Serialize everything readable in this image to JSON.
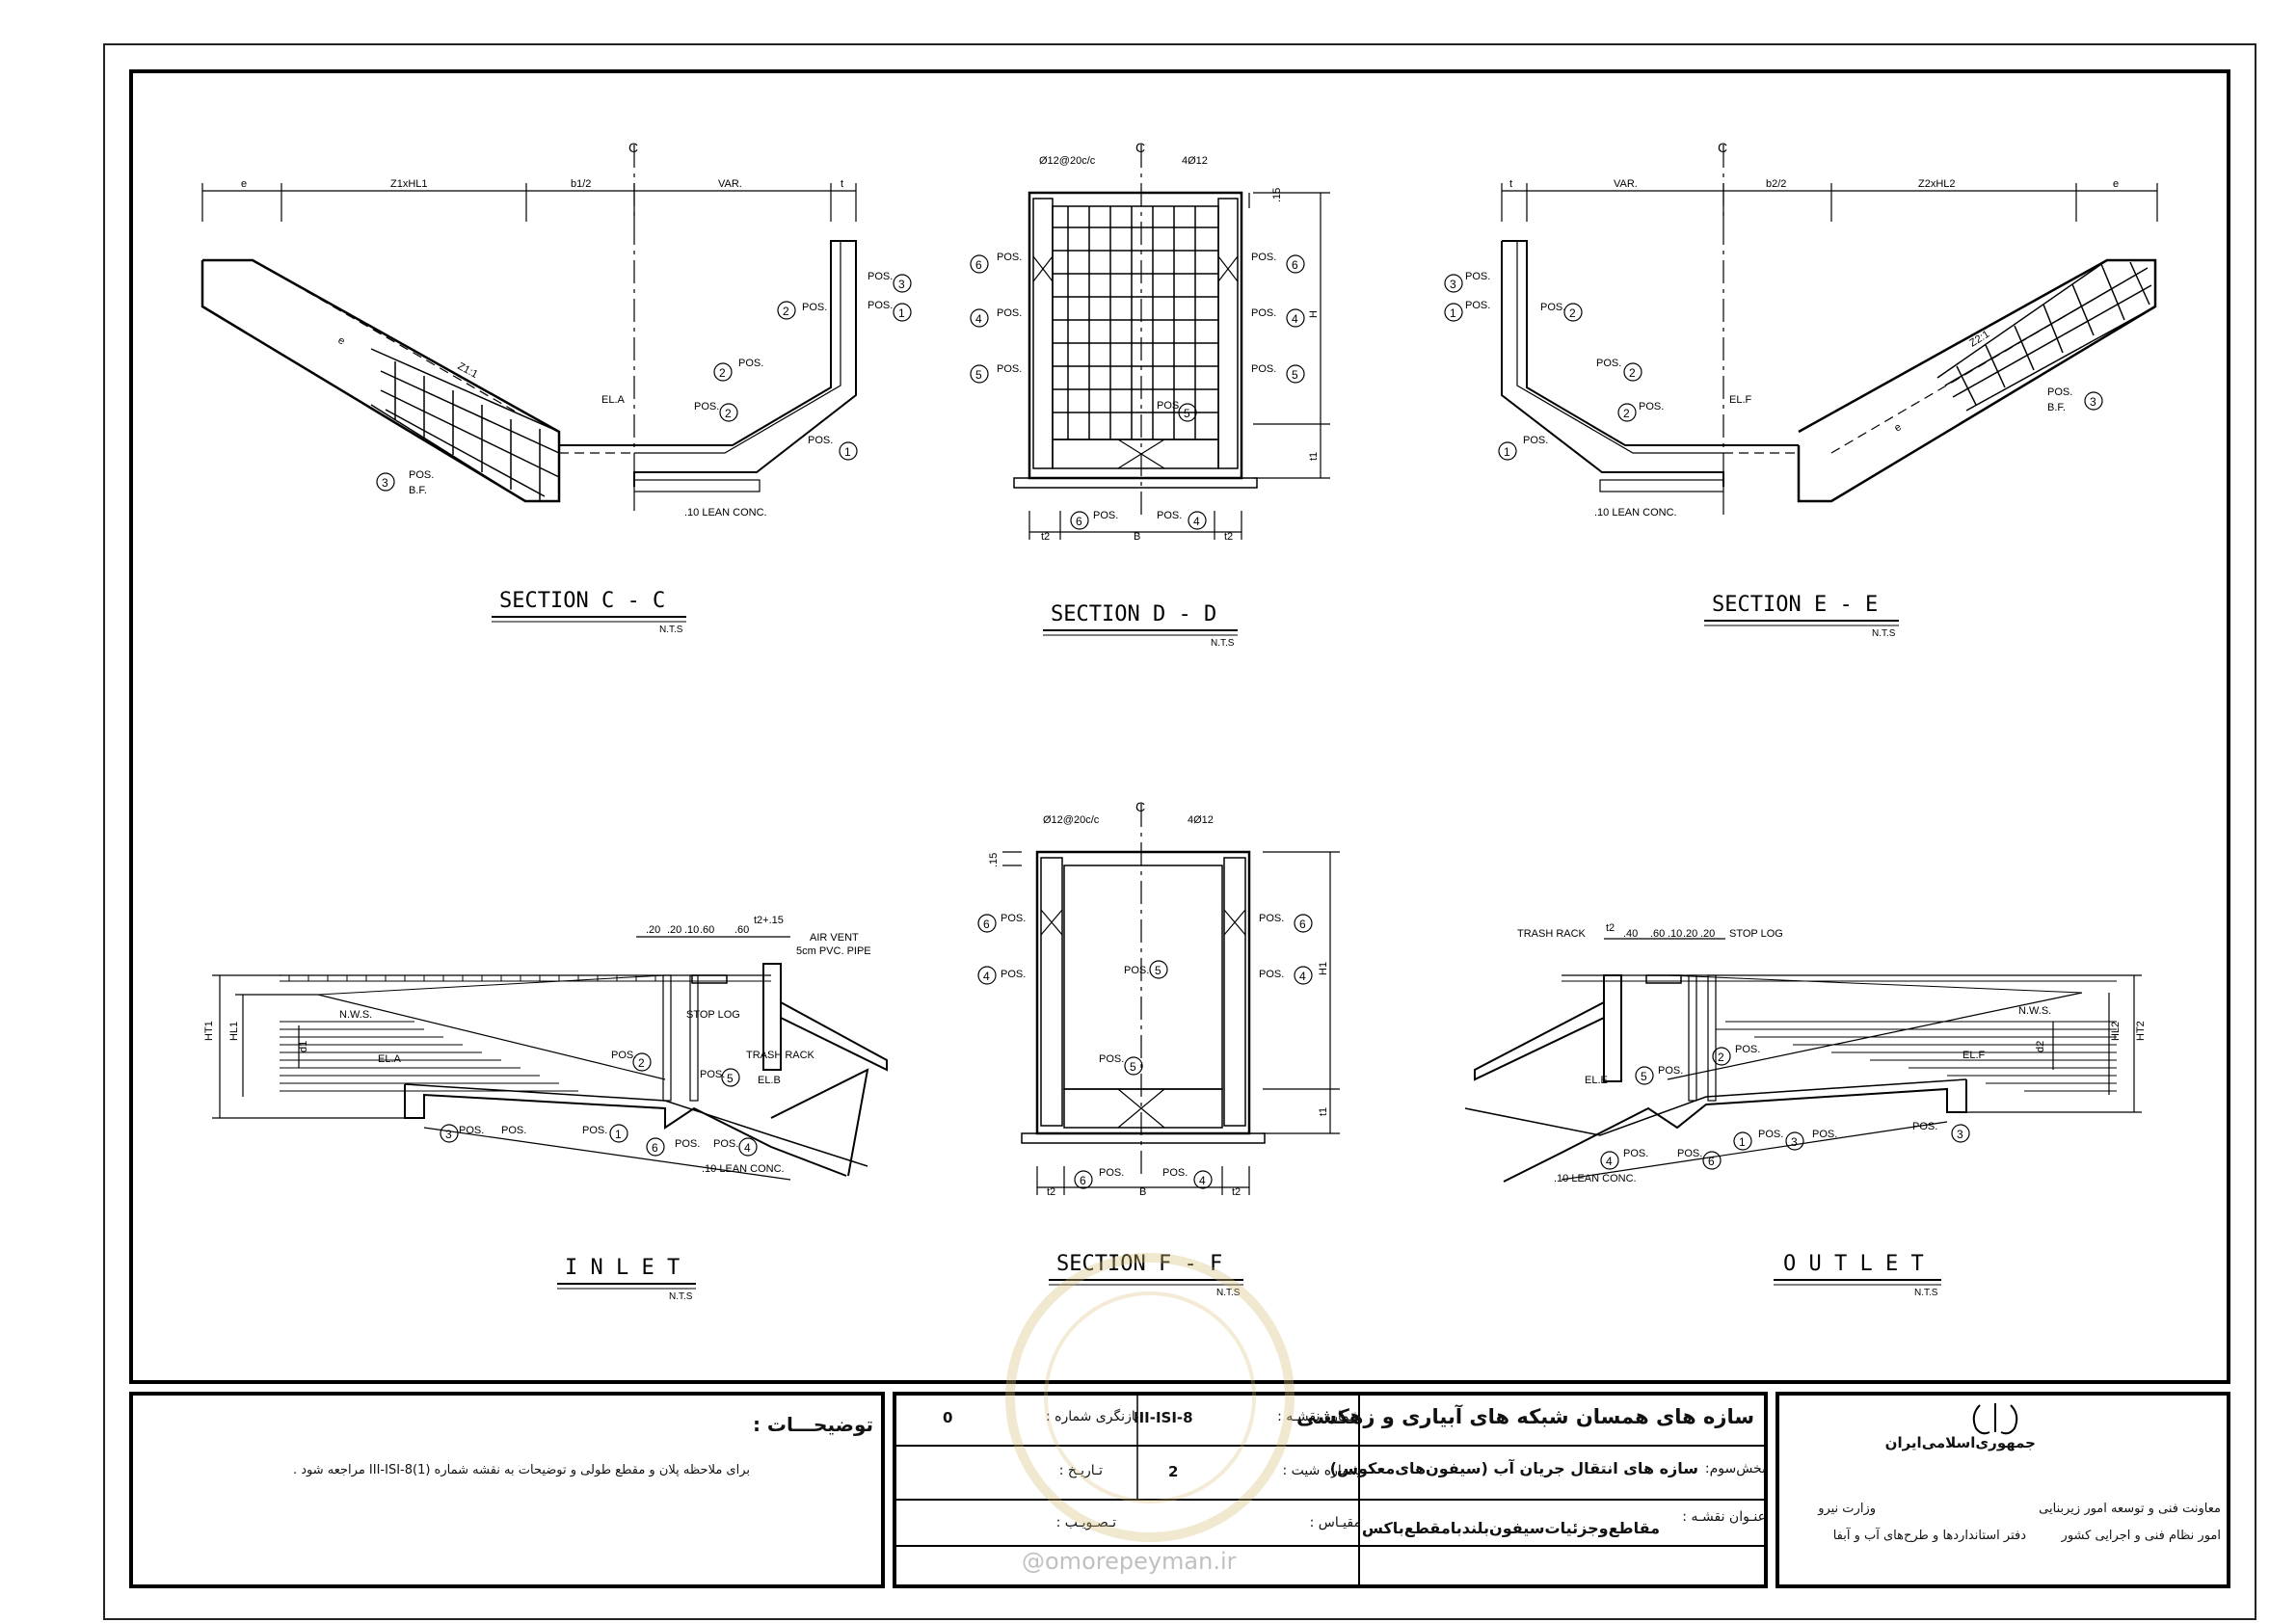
{
  "sections": {
    "cc": {
      "title": "SECTION  C - C",
      "nts": "N.T.S"
    },
    "dd": {
      "title": "SECTION  D - D",
      "nts": "N.T.S"
    },
    "ee": {
      "title": "SECTION  E - E",
      "nts": "N.T.S"
    },
    "inlet": {
      "title": "I N L E T",
      "nts": "N.T.S"
    },
    "ff": {
      "title": "SECTION  F - F",
      "nts": "N.T.S"
    },
    "outlet": {
      "title": "O U T L E T",
      "nts": "N.T.S"
    }
  },
  "labels": {
    "cl": "C",
    "pos": "POS.",
    "pos_nums": [
      "1",
      "2",
      "3",
      "4",
      "5",
      "6"
    ],
    "e": "e",
    "z1hl1": "Z1xHL1",
    "b1_2": "b1/2",
    "var": "VAR.",
    "t": "t",
    "b2_2": "b2/2",
    "z2hl2": "Z2xHL2",
    "z1_1": "Z1:1",
    "z2_1": "Z2:1",
    "ela": "EL.A",
    "elf": "EL.F",
    "elb": "EL.B",
    "ele": "EL.E",
    "bf": "B.F.",
    "lean": ".10 LEAN CONC.",
    "rebar_top": "Ø12@20c/c",
    "rebar_corner": "4Ø12",
    "dim_15": ".15",
    "h": "H",
    "h1": "H1",
    "t1": "t1",
    "t2": "t2",
    "b": "B",
    "ht1": "HT1",
    "hl1": "HL1",
    "d1": "d1",
    "ht2": "HT2",
    "hl2": "HL2",
    "d2": "d2",
    "nws": "N.W.S.",
    "stop_log": "STOP LOG",
    "trash_rack": "TRASH RACK",
    "air_vent": "AIR VENT",
    "pvc": "5cm PVC. PIPE",
    "dims_inlet": [
      ".20",
      ".20",
      ".10",
      ".60",
      ".60",
      "t2+.15"
    ],
    "dims_outlet": [
      "t2",
      ".40",
      ".60",
      ".10",
      ".20",
      ".20"
    ]
  },
  "titleblock": {
    "notes_heading": "توضیحـــات :",
    "notes_text": "برای ملاحظه پلان و مقطع طولی و توضیحات به نقشه شماره III-ISI-8(1) مراجعه شود .",
    "main_title": "سازه های همسان شبکه های آبیاری و زهکشی",
    "section_label": "بخش‌سوم:",
    "section_value": "سازه های انتقال جریان آب (سیفون‌های‌معکوس)",
    "drawing_title_label": "عنـوان نقشـه :",
    "drawing_title_value": "مقاطع‌وجزئیات‌سیفون‌بلندبامقطع‌باکس",
    "drawing_no_label": "شماره نقشـه :",
    "drawing_no_value": "III-ISI-8",
    "revision_label": "بازنگری شماره :",
    "revision_value": "0",
    "sheet_no_label": "شماره شیت :",
    "sheet_no_value": "2",
    "date_label": "تـاریـخ :",
    "scale_label": "مقیـاس :",
    "approval_label": "تـصـویـب :",
    "republic": "جمهوری‌اسلامی‌ایران",
    "ministry": "وزارت نیرو",
    "deputy": "معاونت فنی و توسعه امور زیربنایی",
    "office1": "امور نظام فنی و اجرایی کشور",
    "office2": "دفتر استانداردها و طرح‌های آب و آبفا",
    "watermark_url": "@omorepeyman.ir"
  }
}
